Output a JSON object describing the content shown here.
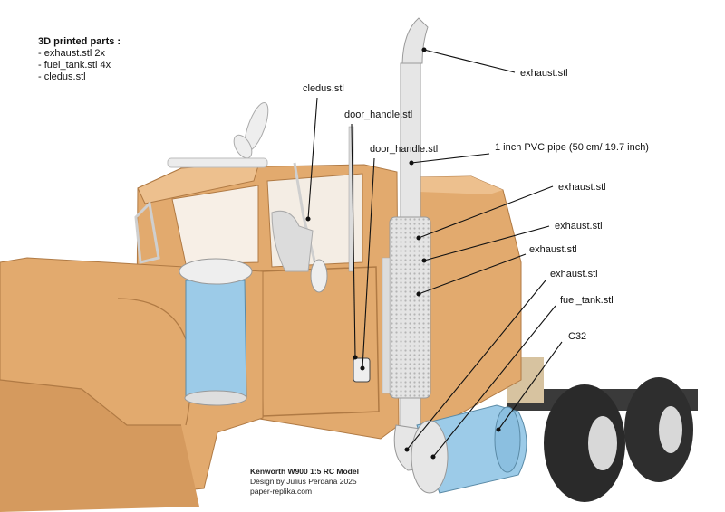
{
  "parts_title": "3D printed parts :",
  "parts": [
    "- exhaust.stl 2x",
    "- fuel_tank.stl 4x",
    "- cledus.stl"
  ],
  "callouts": {
    "exhaust_top": "exhaust.stl",
    "cledus": "cledus.stl",
    "door_handle_1": "door_handle.stl",
    "door_handle_2": "door_handle.stl",
    "pvc_pipe": "1 inch PVC pipe (50 cm/ 19.7 inch)",
    "exhaust_1": "exhaust.stl",
    "exhaust_2": "exhaust.stl",
    "exhaust_3": "exhaust.stl",
    "exhaust_4": "exhaust.stl",
    "fuel_tank": "fuel_tank.stl",
    "c32": "C32"
  },
  "credits": {
    "title": "Kenworth W900 1:5 RC Model",
    "designer": "Design by Julius Perdana 2025",
    "site": "paper-replika.com"
  },
  "colors": {
    "cab": "#e2aa6e",
    "cab_dark": "#c98c52",
    "tank_blue": "#9ccbe8",
    "chrome": "#e6e6e6",
    "tire": "#2a2a2a"
  }
}
